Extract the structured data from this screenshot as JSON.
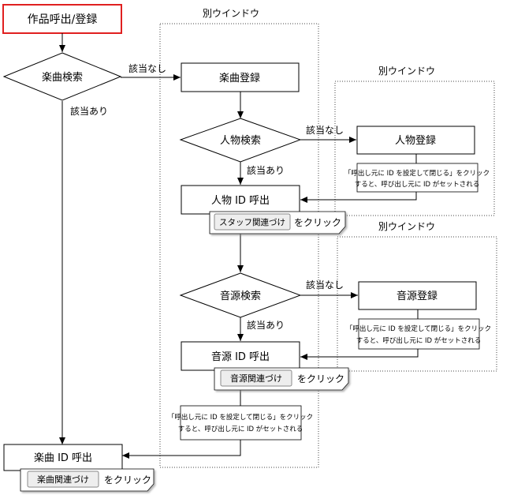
{
  "diagram": {
    "start": "作品呼出/登録",
    "window_label_1": "別ウインドウ",
    "window_label_2": "別ウインドウ",
    "window_label_3": "別ウインドウ",
    "music_search": "楽曲検索",
    "music_register": "楽曲登録",
    "person_search": "人物検索",
    "person_register": "人物登録",
    "person_id_call": "人物 ID 呼出",
    "source_search": "音源検索",
    "source_register": "音源登録",
    "source_id_call": "音源 ID 呼出",
    "music_id_call": "楽曲 ID 呼出",
    "none_1": "該当なし",
    "none_2": "該当なし",
    "none_3": "該当なし",
    "found_1": "該当あり",
    "found_2": "該当あり",
    "found_3": "該当あり",
    "note_person_l1": "「呼出し元に ID を設定して閉じる」をクリック",
    "note_person_l2": "すると、呼び出し元に ID がセットされる",
    "note_source_l1": "「呼出し元に ID を設定して閉じる」をクリック",
    "note_source_l2": "すると、呼び出し元に ID がセットされる",
    "note_music_l1": "「呼出し元に ID を設定して閉じる」をクリック",
    "note_music_l2": "すると、呼び出し元に ID がセットされる",
    "staff_button": "スタッフ関連づけ",
    "staff_click": "をクリック",
    "source_button": "音源関連づけ",
    "source_click": "をクリック",
    "music_button": "楽曲関連づけ",
    "music_click": "をクリック"
  },
  "colors": {
    "start_border": "#e02020",
    "line": "#000000",
    "button_face": "#eeeeee"
  }
}
